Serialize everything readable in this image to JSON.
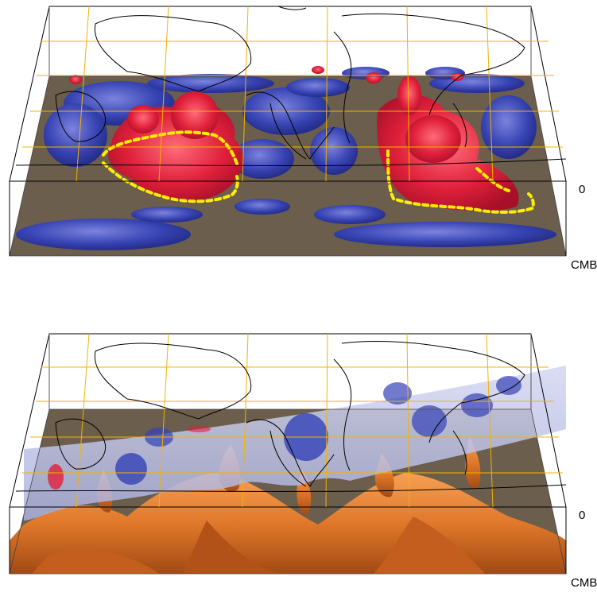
{
  "panels": [
    {
      "id": "top",
      "surface_label": "0",
      "bottom_label": "CMB",
      "colors": {
        "floor": "#6b5e4c",
        "hot": "#e0203a",
        "cold": "#2f3eb0",
        "outline": "#ffee00",
        "grid": "#f0b400"
      }
    },
    {
      "id": "bottom",
      "surface_label": "0",
      "bottom_label": "CMB",
      "colors": {
        "floor": "#6b5e4c",
        "plume": "#e0782a",
        "slab": "#b9bde6",
        "grid": "#f0b400"
      }
    }
  ]
}
